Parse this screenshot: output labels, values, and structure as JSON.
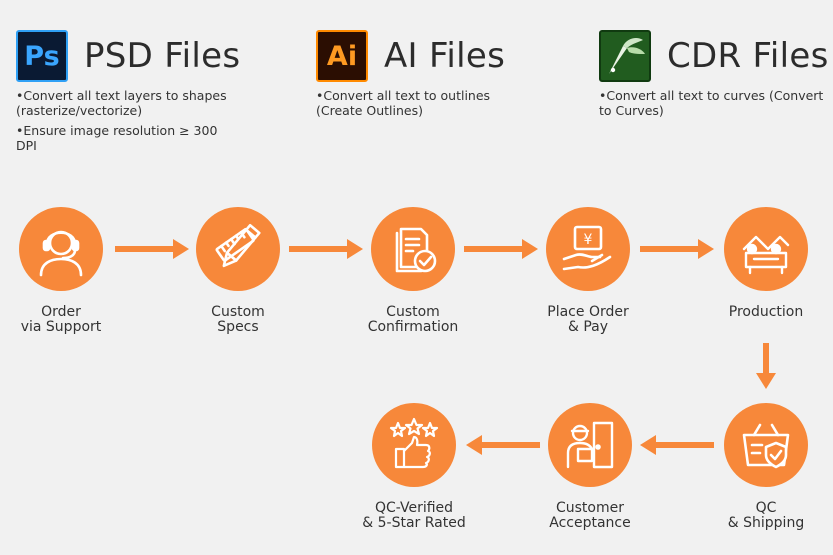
{
  "file_types": [
    {
      "logo_text": "Ps",
      "title": "PSD Files",
      "notes": [
        "•Convert all text layers to shapes (rasterize/vectorize)",
        "•Ensure image resolution ≥ 300 DPI"
      ]
    },
    {
      "logo_text": "Ai",
      "title": "AI Files",
      "notes": [
        "•Convert all text to outlines (Create Outlines)"
      ]
    },
    {
      "logo_text": "",
      "title": "CDR Files",
      "notes": [
        "•Convert all text to curves (Convert to Curves)"
      ]
    }
  ],
  "steps": [
    {
      "line1": "Order",
      "line2": "via Support",
      "icon": "headset-person-icon"
    },
    {
      "line1": "Custom",
      "line2": "Specs",
      "icon": "pencil-ruler-icon"
    },
    {
      "line1": "Custom",
      "line2": "Confirmation",
      "icon": "document-check-icon"
    },
    {
      "line1": "Place Order",
      "line2": "& Pay",
      "icon": "hand-payment-icon"
    },
    {
      "line1": "Production",
      "line2": "",
      "icon": "factory-workers-icon"
    },
    {
      "line1": "QC",
      "line2": "& Shipping",
      "icon": "shield-basket-icon"
    },
    {
      "line1": "Customer",
      "line2": "Acceptance",
      "icon": "delivery-person-icon"
    },
    {
      "line1": "QC-Verified",
      "line2": "& 5-Star Rated",
      "icon": "thumbs-up-stars-icon"
    }
  ],
  "colors": {
    "accent": "#f7883a",
    "background": "#f1f1f1",
    "text": "#333333"
  }
}
